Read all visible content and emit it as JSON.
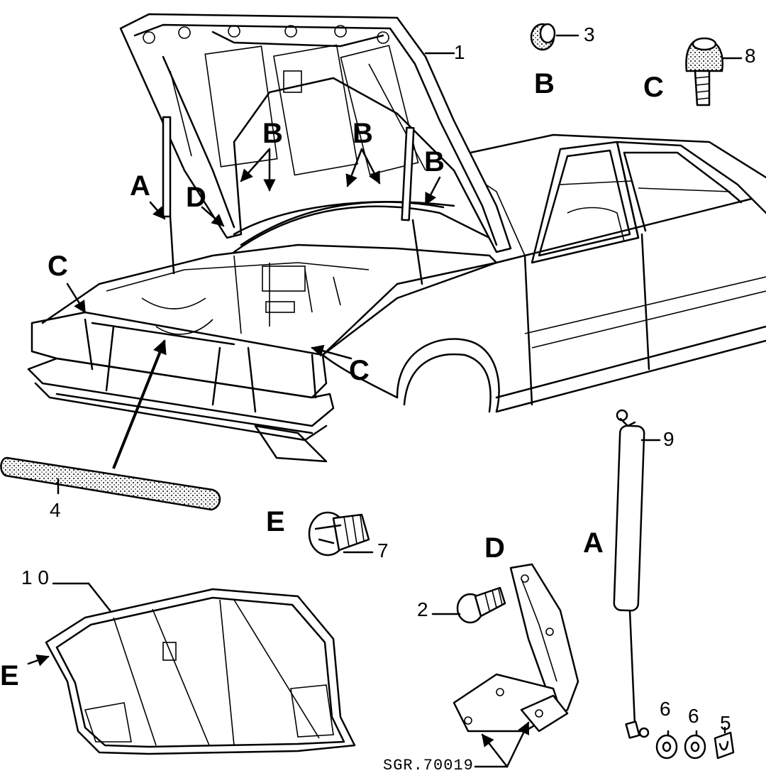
{
  "diagram": {
    "code": "SGR.70019",
    "part_numbers": {
      "hood": "1",
      "screw": "2",
      "bumper": "3",
      "seal": "4",
      "clip": "5",
      "washer_a": "6",
      "washer_b": "6",
      "plug": "7",
      "stop_screw": "8",
      "gas_strut": "9",
      "insulation_pad": "1 0"
    },
    "detail_letters": {
      "strut_callout": "A",
      "strut_detail": "A",
      "bumper_callout_left": "B",
      "bumper_callout_mid": "B",
      "bumper_callout_right": "B",
      "bumper_detail": "B",
      "stop_callout_left": "C",
      "stop_callout_right": "C",
      "stop_detail": "C",
      "hinge_callout": "D",
      "hinge_detail": "D",
      "plug_detail": "E",
      "pad_callout": "E"
    }
  }
}
